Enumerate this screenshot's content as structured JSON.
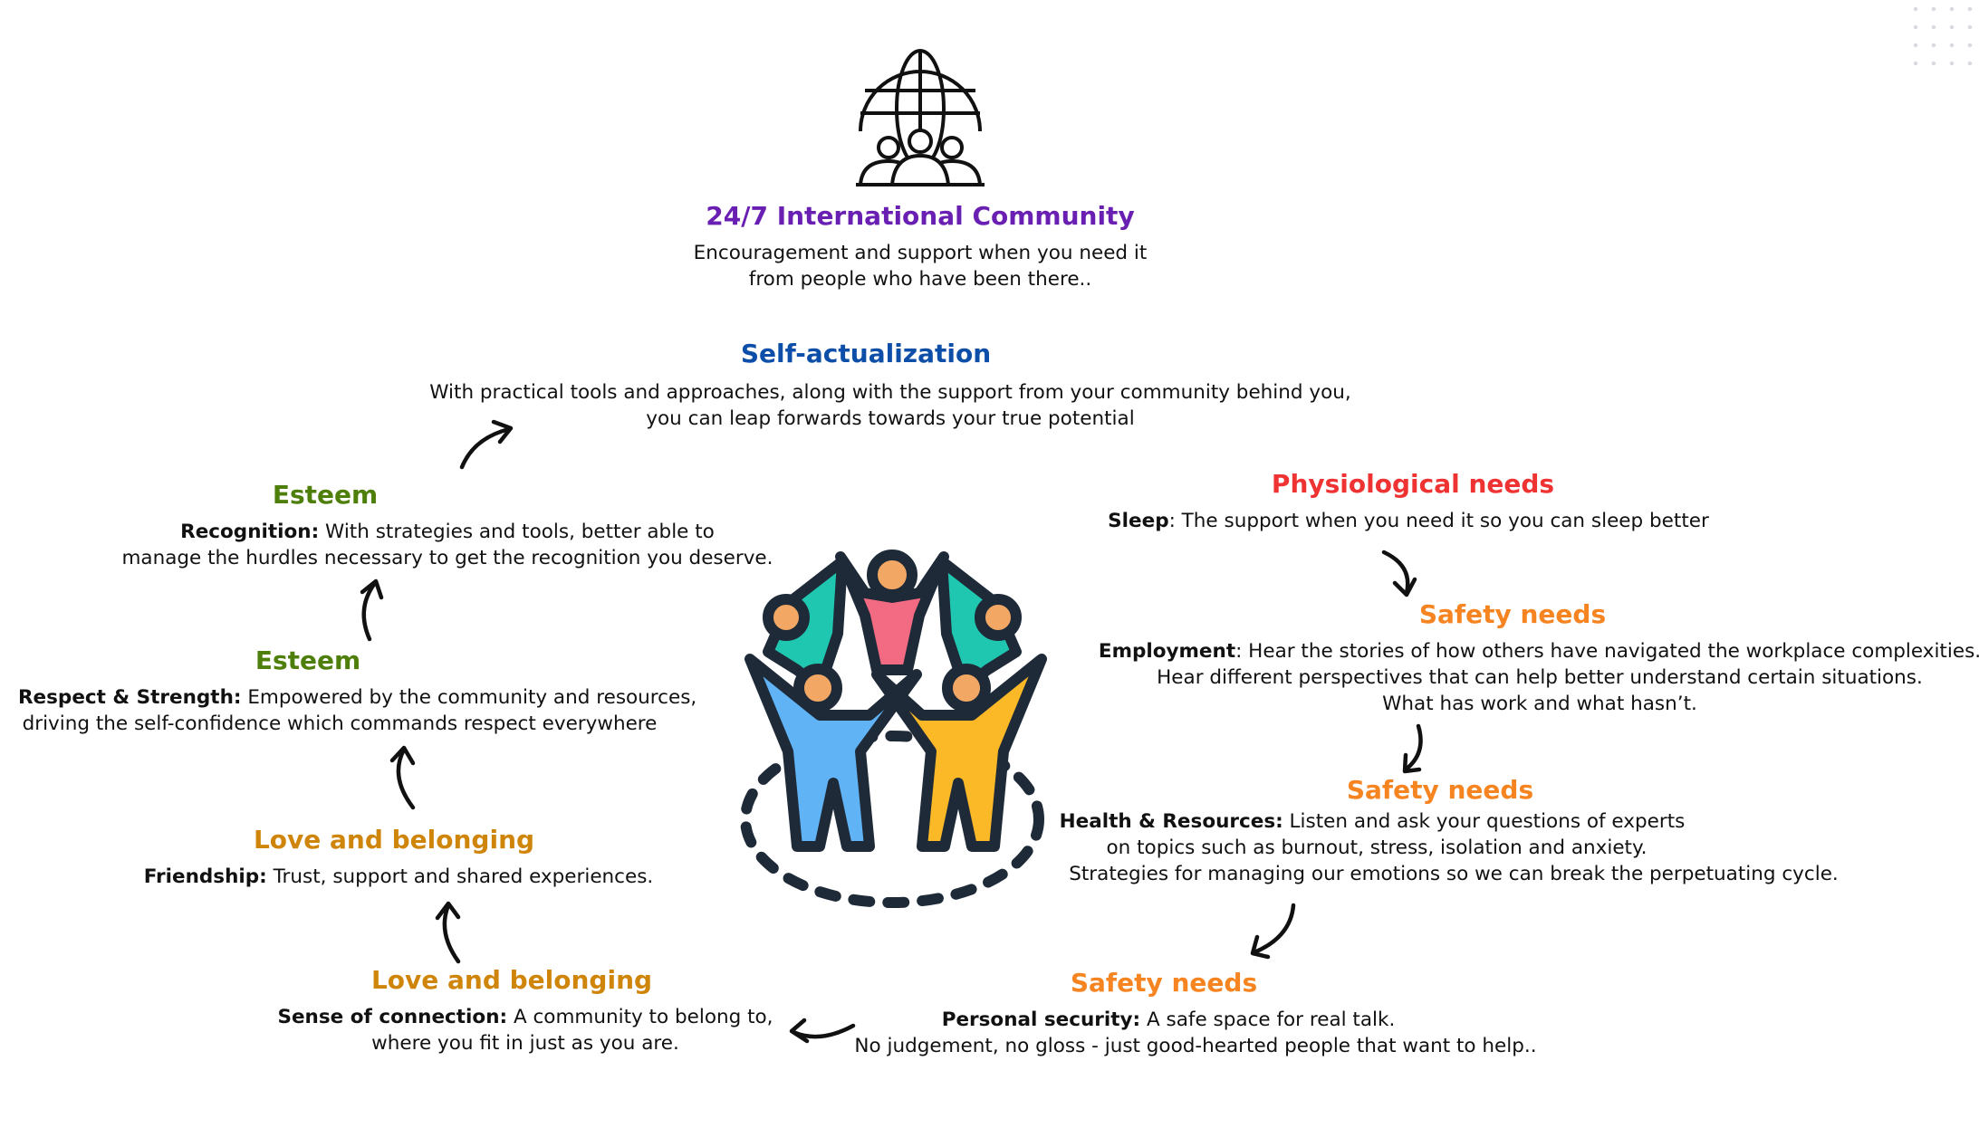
{
  "community": {
    "title": "24/7 International Community",
    "line1": "Encouragement and support when you need it",
    "line2": "from people who have been there..",
    "icon": "globe-people-icon"
  },
  "self_actualization": {
    "title": "Self-actualization",
    "line1": "With  practical tools and approaches, along with the support from your community behind you,",
    "line2": "you can leap forwards towards your true potential"
  },
  "esteem_recognition": {
    "title": "Esteem",
    "label": "Recognition:",
    "line1": " With strategies and tools, better able to",
    "line2": "manage the hurdles necessary to get the recognition you deserve."
  },
  "esteem_respect": {
    "title": "Esteem",
    "label": "Respect & Strength:",
    "line1": " Empowered by the community and resources,",
    "line2": "driving the self-confidence which commands respect everywhere"
  },
  "love_friendship": {
    "title": "Love and belonging",
    "label": "Friendship:",
    "line1": " Trust, support and shared experiences."
  },
  "love_connection": {
    "title": "Love and belonging",
    "label": "Sense of connection:",
    "line1": " A community to belong to,",
    "line2": "where you fit in just as you are."
  },
  "physiological": {
    "title": "Physiological needs",
    "label": "Sleep",
    "line1": ": The support when you need it so you can sleep better"
  },
  "safety_employment": {
    "title": "Safety needs",
    "label": "Employment",
    "line1": ": Hear the stories of how others have navigated the workplace complexities.",
    "line2": "Hear different perspectives that can help better understand certain situations.",
    "line3": "What has work and what hasn’t."
  },
  "safety_health": {
    "title": "Safety needs",
    "label": "Health & Resources:",
    "line1": " Listen and ask your questions of experts",
    "line2": "on topics such as burnout, stress, isolation and anxiety.",
    "line3": "Strategies for managing our emotions so we can break the perpetuating cycle."
  },
  "safety_personal": {
    "title": "Safety needs",
    "label": "Personal security:",
    "line1": " A safe space for real talk.",
    "line2": "No judgement, no gloss - just good-hearted people that want to help.."
  },
  "center_illustration": {
    "icon": "people-celebrating-icon"
  },
  "colors": {
    "purple": "#6a1fb3",
    "blue": "#0d4fa8",
    "green": "#4f7f0b",
    "amber": "#cf850a",
    "red": "#ef3333",
    "orange": "#f68420"
  }
}
